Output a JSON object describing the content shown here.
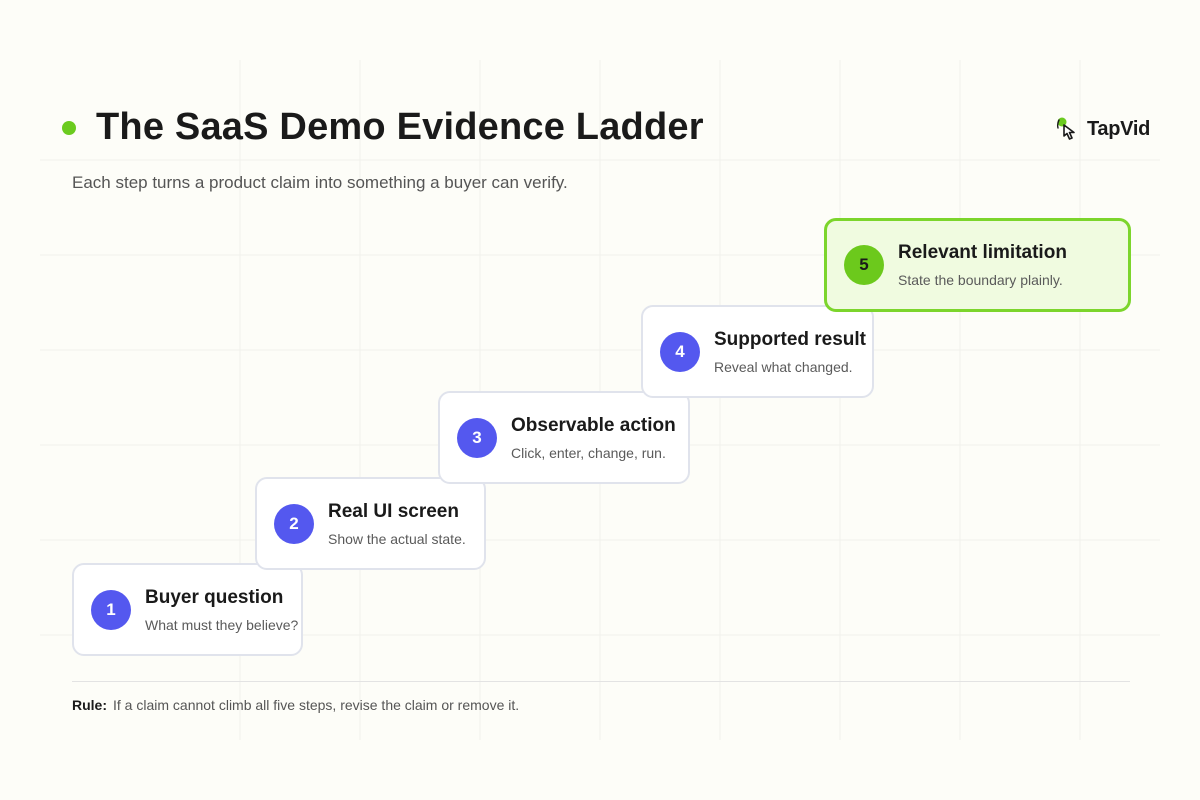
{
  "title": "The SaaS Demo Evidence Ladder",
  "subtitle": "Each step turns a product claim into something a buyer can verify.",
  "logo": {
    "text": "TapVid",
    "icon": "pointer-hand-icon"
  },
  "steps": [
    {
      "number": "1",
      "title": "Buyer question",
      "description": "What must they believe?"
    },
    {
      "number": "2",
      "title": "Real UI screen",
      "description": "Show the actual state."
    },
    {
      "number": "3",
      "title": "Observable action",
      "description": "Click, enter, change, run."
    },
    {
      "number": "4",
      "title": "Supported result",
      "description": "Reveal what changed."
    },
    {
      "number": "5",
      "title": "Relevant limitation",
      "description": "State the boundary plainly."
    }
  ],
  "rule": {
    "label": "Rule:",
    "text": "If a claim cannot climb all five steps, revise the claim or remove it."
  },
  "colors": {
    "accent_green": "#6bcb1f",
    "badge_blue": "#5458ef",
    "highlight_bg": "#f0fbe0",
    "highlight_border": "#7cd52c"
  }
}
